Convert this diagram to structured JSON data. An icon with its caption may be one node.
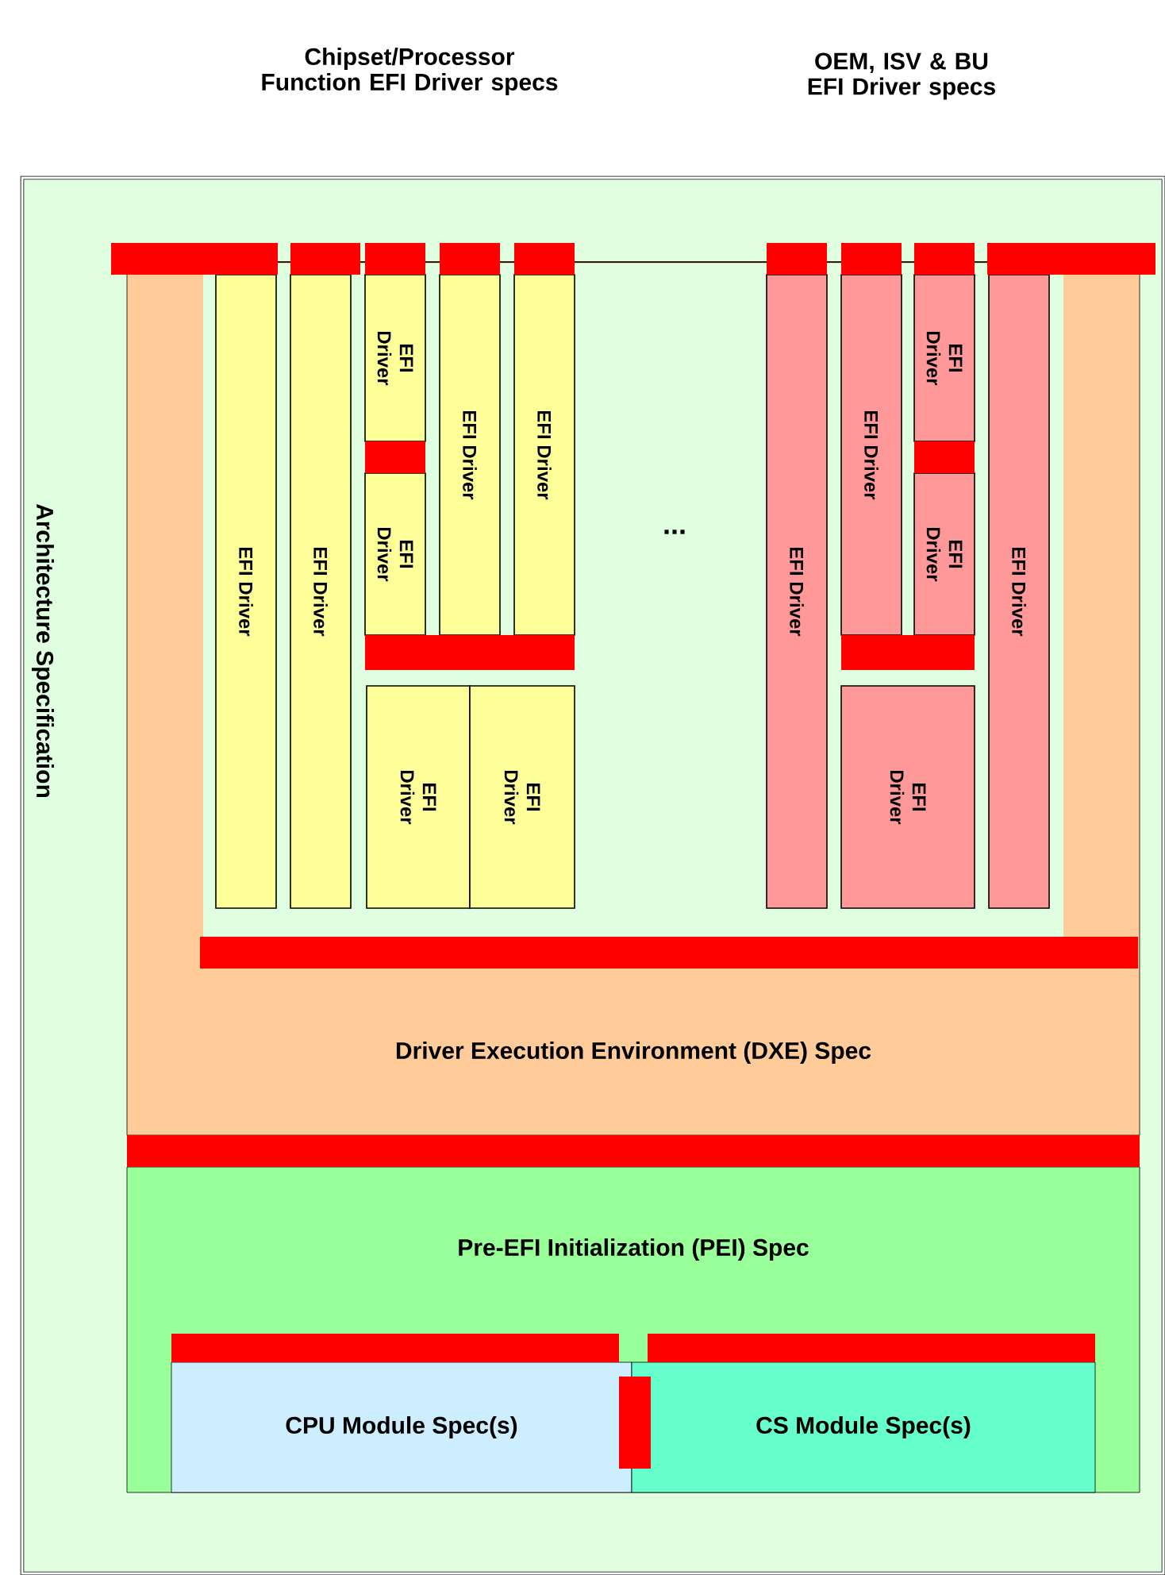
{
  "diagram": {
    "nodes": [
      {
        "text": [
          "Architecture Specification"
        ]
      },
      {
        "text": [
          "Driver Execution Environment (DXE) Spec"
        ],
        "in": 0
      },
      {
        "text": [
          "EFI Driver"
        ],
        "in": 1
      },
      {
        "text": [
          "EFI Driver"
        ],
        "in": 1
      },
      {
        "text": [
          "EFI Driver"
        ],
        "in": 1
      },
      {
        "text": [
          "EFI Driver"
        ],
        "in": 1
      },
      {
        "text": [
          "EFI Driver"
        ],
        "in": 1
      },
      {
        "text": [
          "EFI Driver"
        ],
        "in": 1
      },
      {
        "text": [
          "EFI Driver"
        ],
        "in": 1
      },
      {
        "text": [
          "EFI Driver"
        ],
        "in": 1
      },
      {
        "text": [
          "EFI Driver"
        ],
        "in": 1
      },
      {
        "text": [
          "EFI Driver"
        ],
        "in": 1
      },
      {
        "text": [
          "EFI Driver"
        ],
        "in": 1
      },
      {
        "text": [
          "EFI Driver"
        ],
        "in": 1
      },
      {
        "text": [
          "EFI Driver"
        ],
        "in": 1
      },
      {
        "text": [
          "EFI Driver"
        ],
        "in": 1
      },
      {
        "text": [
          "Pre-EFI Initialization (PEI) Spec"
        ],
        "in": 0
      },
      {
        "text": [
          "CPU Module Spec(s)"
        ],
        "in": 16
      },
      {
        "text": [
          "CS Module Spec(s)"
        ],
        "in": 16
      },
      {
        "text": [],
        "shape": "bar",
        "in": 0
      },
      {
        "text": [],
        "shape": "bar",
        "in": 0
      },
      {
        "text": [],
        "shape": "bar",
        "in": 0
      },
      {
        "text": [],
        "shape": "bar",
        "in": 0
      },
      {
        "text": [],
        "shape": "bar",
        "in": 0
      },
      {
        "text": [],
        "shape": "bar",
        "in": 0
      },
      {
        "text": [],
        "shape": "bar",
        "in": 0
      },
      {
        "text": [],
        "shape": "bar",
        "in": 0
      },
      {
        "text": [],
        "shape": "bar",
        "in": 0
      },
      {
        "text": [],
        "shape": "bar",
        "in": 1
      },
      {
        "text": [],
        "shape": "bar",
        "in": 1
      },
      {
        "text": [],
        "shape": "bar",
        "in": 1
      },
      {
        "text": [],
        "shape": "bar",
        "in": 1
      },
      {
        "text": [],
        "shape": "bar",
        "in": 1
      },
      {
        "text": [],
        "shape": "bar",
        "in": 0
      },
      {
        "text": [],
        "shape": "bar",
        "in": 16
      },
      {
        "text": [],
        "shape": "bar",
        "in": 16
      },
      {
        "text": [],
        "shape": "bar",
        "in": 16
      }
    ],
    "labels": [
      "Chipset/Processor Function EFI Driver specs",
      "OEM, ISV & BU EFI Driver specs",
      "..."
    ]
  }
}
